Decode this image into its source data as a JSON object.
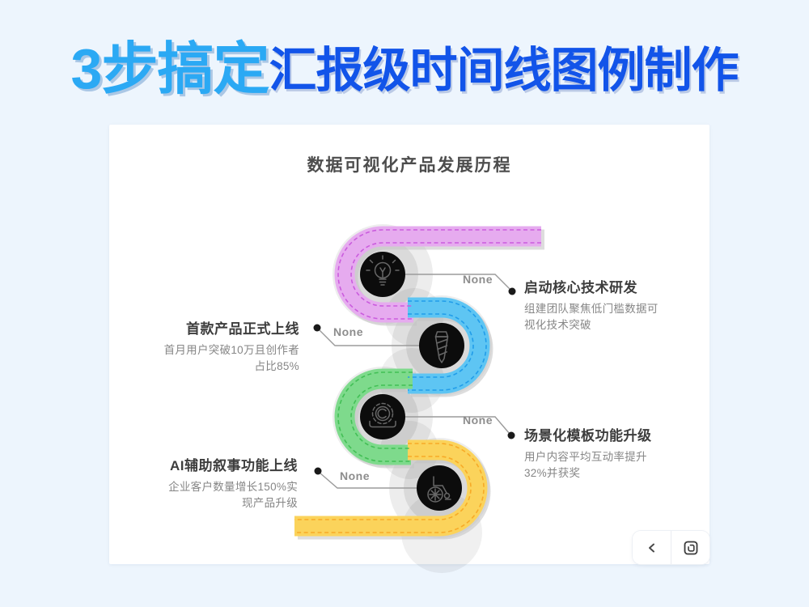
{
  "page": {
    "background_color": "#edf5fd"
  },
  "header": {
    "title_highlight": "3步搞定",
    "title_rest": "汇报级时间线图例制作",
    "highlight_color": "#2ba9f4",
    "rest_color": "#1254e9"
  },
  "card": {
    "title": "数据可视化产品发展历程"
  },
  "timeline": {
    "node_color": "#0c0c0c",
    "connector_color": "#9b9b9b",
    "items": [
      {
        "heading": "启动核心技术研发",
        "body": "组建团队聚焦低门槛数据可\n视化技术突破",
        "connector_label": "None",
        "icon": "lightbulb-icon",
        "side": "right",
        "ribbon_color": "#e6abef",
        "dash_color": "#c958dd"
      },
      {
        "heading": "首款产品正式上线",
        "body": "首月用户突破10万且创作者\n占比85%",
        "connector_label": "None",
        "icon": "necktie-icon",
        "side": "left",
        "ribbon_color": "#5ec5f3",
        "dash_color": "#1e9be9"
      },
      {
        "heading": "场景化模板功能升级",
        "body": "用户内容平均互动率提升\n32%并获奖",
        "connector_label": "None",
        "icon": "gear-icon",
        "side": "right",
        "ribbon_color": "#7eda8c",
        "dash_color": "#3fbe53"
      },
      {
        "heading": "AI辅助叙事功能上线",
        "body": "企业客户数量增长150%实\n现产品升级",
        "connector_label": "None",
        "icon": "wheelchair-icon",
        "side": "left",
        "ribbon_color": "#fbd35b",
        "dash_color": "#f7a825"
      }
    ]
  },
  "controls": {
    "prev_icon": "chevron-left-icon",
    "expand_icon": "expand-icon"
  }
}
